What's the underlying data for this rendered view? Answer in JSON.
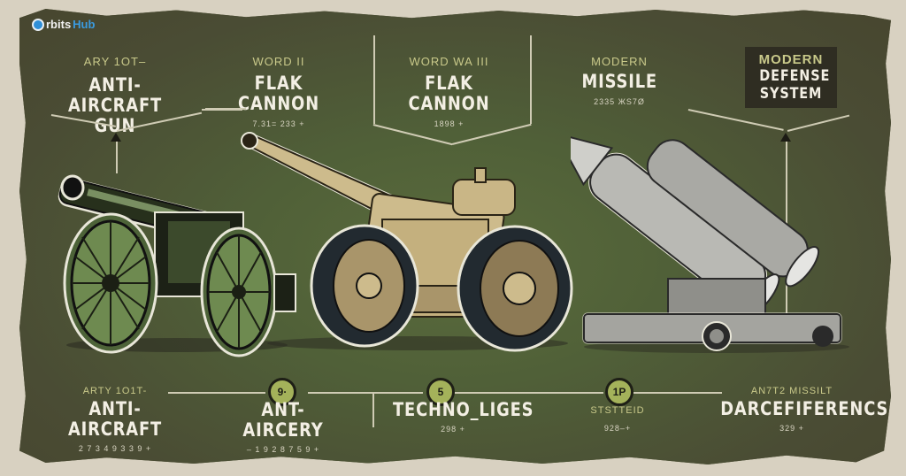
{
  "brand": {
    "logo_white": "rbits",
    "logo_blue": "Hub",
    "logo_icon": "globe-icon"
  },
  "top": [
    {
      "sub": "ARY 1OT–",
      "title": "ANTI-AIRCRAFT GUN",
      "detail": ""
    },
    {
      "sub": "WORD II",
      "title": "FLAK CANNON",
      "detail": "7.31= 233 +"
    },
    {
      "sub": "WORD WA III",
      "title": "FLAK CANNON",
      "detail": "1898 +"
    },
    {
      "sub": "MODERN",
      "title": "MISSILE",
      "detail": "2335 ЖS7Ø"
    },
    {
      "sub": "MODERN",
      "title": "DEFENSE SYSTEM",
      "detail": ""
    }
  ],
  "bottom": [
    {
      "sub": "ARTY 1O1T-",
      "title": "ANTI-AIRCRAFT",
      "detail": "2 7 3 4  9 3 3 9 +"
    },
    {
      "sub": "",
      "title": "ANT-AIRCERY",
      "detail": "– 1 9 2 8  7 5 9 +"
    },
    {
      "sub": "",
      "title": "TECHNO_LIGES",
      "detail": "298 +"
    },
    {
      "sub": "",
      "title": "STSTTEID",
      "detail": "928–+"
    },
    {
      "sub": "AN7T2 MISSILT",
      "title": "DARCEFIFERENCS",
      "detail": "329 +"
    }
  ],
  "markers": [
    "9·",
    "5",
    "1P"
  ],
  "illustrations": [
    {
      "name": "wwi-field-gun",
      "color": "#6e8a50"
    },
    {
      "name": "flak-cannon",
      "color": "#cdbb8c"
    },
    {
      "name": "missile-launcher",
      "color": "#b9b9b4"
    }
  ]
}
